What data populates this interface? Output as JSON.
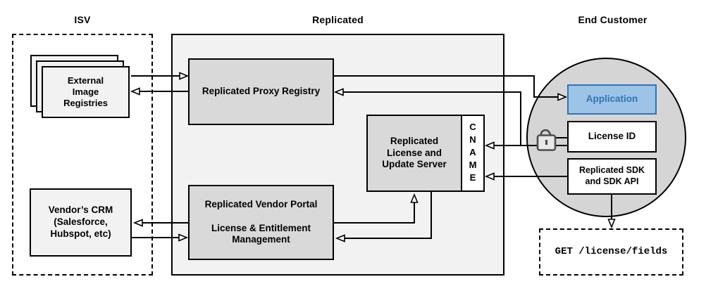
{
  "sections": {
    "isv": {
      "title": "ISV"
    },
    "replicated": {
      "title": "Replicated"
    },
    "end_customer": {
      "title": "End Customer"
    }
  },
  "nodes": {
    "external_registries": {
      "label": "External\nImage\nRegistries"
    },
    "vendor_crm": {
      "label": "Vendor’s CRM\n(Salesforce,\nHubspot, etc)"
    },
    "proxy_registry": {
      "label": "Replicated Proxy Registry"
    },
    "vendor_portal": {
      "label": "Replicated Vendor Portal\n\nLicense & Entitlement\nManagement"
    },
    "license_update_server": {
      "label": "Replicated\nLicense and\nUpdate Server"
    },
    "cname": {
      "label": "CNAME"
    },
    "application": {
      "label": "Application"
    },
    "license_id": {
      "label": "License ID"
    },
    "sdk": {
      "label": "Replicated SDK\nand SDK API"
    },
    "get_endpoint": {
      "label": "GET /license/fields"
    }
  },
  "icons": {
    "open_padlock": "open-padlock"
  },
  "connections": [
    {
      "from": "External Image Registries",
      "to": "Replicated Proxy Registry",
      "bidirectional": true
    },
    {
      "from": "Replicated Proxy Registry",
      "to": "Application",
      "bidirectional": false
    },
    {
      "from": "License ID",
      "to": "Replicated Proxy Registry",
      "bidirectional": false
    },
    {
      "from": "License ID",
      "to": "CNAME",
      "bidirectional": false
    },
    {
      "from": "Replicated SDK and SDK API",
      "to": "CNAME",
      "bidirectional": false
    },
    {
      "from": "Replicated Vendor Portal",
      "to": "Replicated License and Update Server",
      "bidirectional": true
    },
    {
      "from": "Vendor’s CRM",
      "to": "Replicated Vendor Portal",
      "bidirectional": true
    },
    {
      "from": "Replicated SDK and SDK API",
      "to": "GET /license/fields",
      "bidirectional": false
    }
  ],
  "colors": {
    "application_fill": "#9dc3e6",
    "application_border": "#2e75b6",
    "application_text": "#2e75b6",
    "node_gray": "#d9d9d9",
    "container_gray": "#f2f2f2",
    "circle_gray": "#d5d5d5"
  }
}
